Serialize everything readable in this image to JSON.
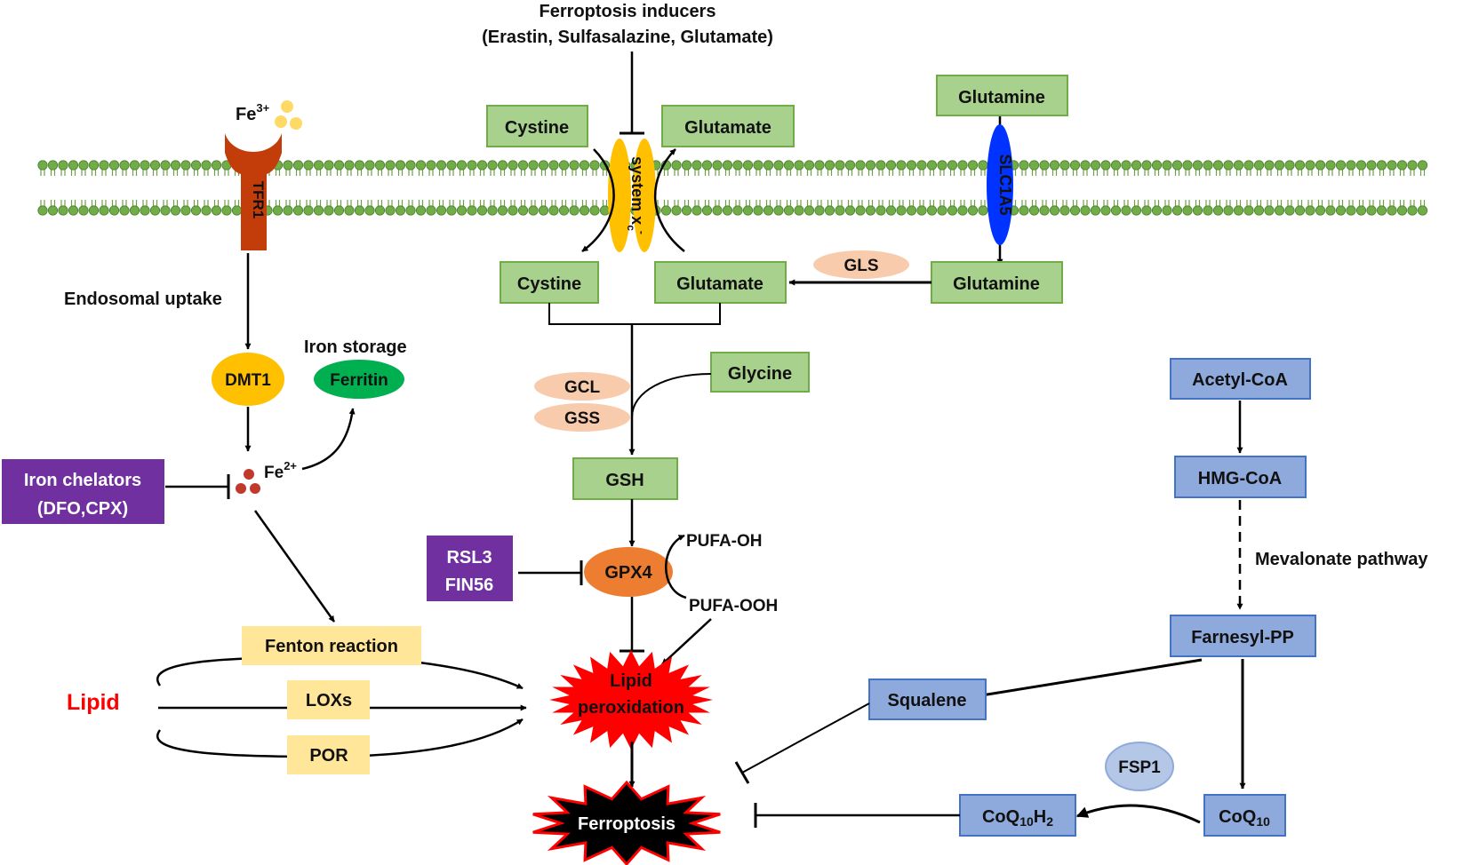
{
  "colors": {
    "green_box_fill": "#a9d18e",
    "green_box_stroke": "#70ad47",
    "blue_box_fill": "#8ea9db",
    "blue_box_stroke": "#4472c4",
    "yellow_box_fill": "#ffe699",
    "purple_box_fill": "#7030a0",
    "tfr1": "#c33d0a",
    "system_xc": "#ffc000",
    "slc1a5": "#0033ff",
    "membrane_head": "#70ad47",
    "fe2_dot": "#c0392b",
    "fe3_dot": "#ffd966",
    "dmt1": "#ffc000",
    "ferritin": "#00b050",
    "enzyme_oval": "#f8cbad",
    "gpx4": "#ed7d31",
    "lipid_peroxidation": "#ff0000",
    "ferroptosis": "#000000",
    "fsp1": "#b4c7e7",
    "lipid_label": "#ff0000"
  },
  "inducers": {
    "line1": "Ferroptosis inducers",
    "line2": "(Erastin, Sulfasalazine, Glutamate)"
  },
  "membrane_proteins": {
    "tfr1": "TFR1",
    "system_xc": "system x",
    "system_xc_sub": "c",
    "system_xc_sup": "-",
    "slc1a5": "SLC1A5"
  },
  "iron": {
    "fe3_base": "Fe",
    "fe3_sup": "3+",
    "fe2_base": "Fe",
    "fe2_sup": "2+",
    "endosomal_uptake": "Endosomal uptake",
    "dmt1": "DMT1",
    "iron_storage": "Iron storage",
    "ferritin": "Ferritin",
    "chelators_line1": "Iron chelators",
    "chelators_line2": "(DFO,CPX)"
  },
  "amino_acids": {
    "cystine_out": "Cystine",
    "glutamate_out": "Glutamate",
    "glutamine_out": "Glutamine",
    "cystine_in": "Cystine",
    "glutamate_in": "Glutamate",
    "glutamine_in": "Glutamine",
    "gls": "GLS",
    "glycine": "Glycine",
    "gcl": "GCL",
    "gss": "GSS",
    "gsh": "GSH"
  },
  "gpx4_axis": {
    "rsl3": "RSL3",
    "fin56": "FIN56",
    "gpx4": "GPX4",
    "pufa_oh": "PUFA-OH",
    "pufa_ooh": "PUFA-OOH"
  },
  "lipid": {
    "label": "Lipid",
    "fenton": "Fenton reaction",
    "loxs": "LOXs",
    "por": "POR",
    "peroxidation_line1": "Lipid",
    "peroxidation_line2": "peroxidation",
    "ferroptosis": "Ferroptosis"
  },
  "mevalonate": {
    "acetyl_coa": "Acetyl-CoA",
    "hmg_coa": "HMG-CoA",
    "pathway": "Mevalonate pathway",
    "farnesyl_pp": "Farnesyl-PP",
    "squalene": "Squalene",
    "fsp1": "FSP1",
    "coq10_base": "CoQ",
    "coq10_sub": "10",
    "coq10h2_base": "CoQ",
    "coq10h2_sub": "10",
    "coq10h2_tail": "H",
    "coq10h2_sub2": "2"
  }
}
